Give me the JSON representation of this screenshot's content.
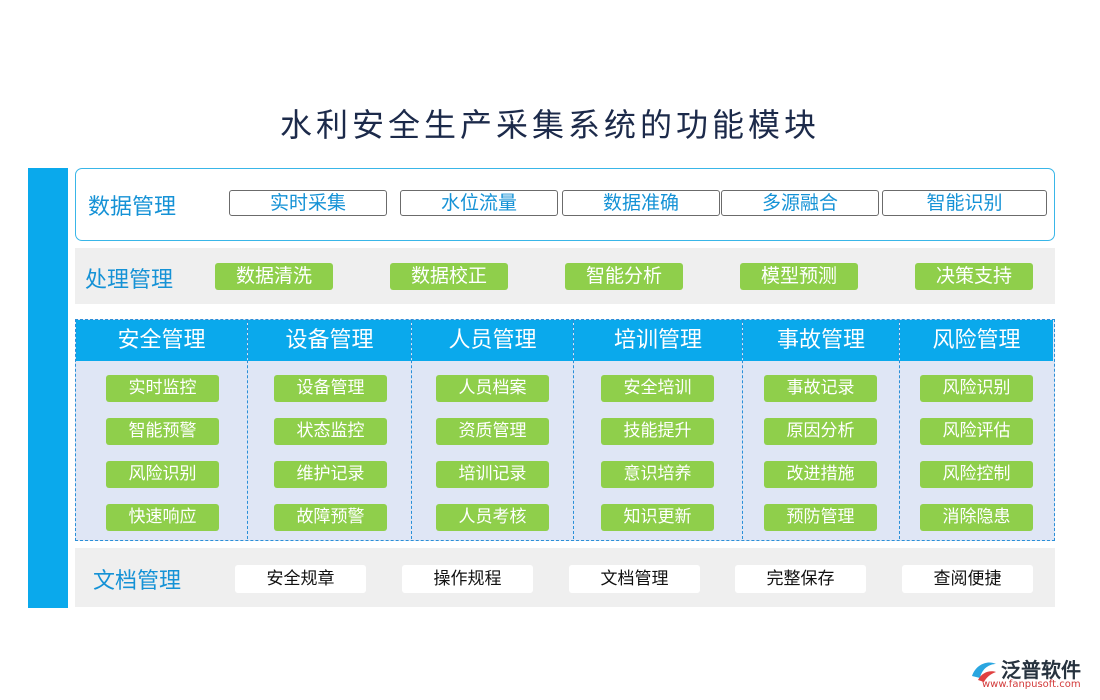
{
  "title": "水利安全生产采集系统的功能模块",
  "data_mgmt": {
    "label": "数据管理",
    "items": [
      "实时采集",
      "水位流量",
      "数据准确",
      "多源融合",
      "智能识别"
    ]
  },
  "process_mgmt": {
    "label": "处理管理",
    "items": [
      "数据清洗",
      "数据校正",
      "智能分析",
      "模型预测",
      "决策支持"
    ]
  },
  "modules": [
    {
      "title": "安全管理",
      "items": [
        "实时监控",
        "智能预警",
        "风险识别",
        "快速响应"
      ]
    },
    {
      "title": "设备管理",
      "items": [
        "设备管理",
        "状态监控",
        "维护记录",
        "故障预警"
      ]
    },
    {
      "title": "人员管理",
      "items": [
        "人员档案",
        "资质管理",
        "培训记录",
        "人员考核"
      ]
    },
    {
      "title": "培训管理",
      "items": [
        "安全培训",
        "技能提升",
        "意识培养",
        "知识更新"
      ]
    },
    {
      "title": "事故管理",
      "items": [
        "事故记录",
        "原因分析",
        "改进措施",
        "预防管理"
      ]
    },
    {
      "title": "风险管理",
      "items": [
        "风险识别",
        "风险评估",
        "风险控制",
        "消除隐患"
      ]
    }
  ],
  "doc_mgmt": {
    "label": "文档管理",
    "items": [
      "安全规章",
      "操作规程",
      "文档管理",
      "完整保存",
      "查阅便捷"
    ]
  },
  "logo": {
    "brand": "泛普软件",
    "url": "www.fanpusoft.com"
  },
  "colors": {
    "accent_blue": "#0aa9ec",
    "label_blue": "#1592d6",
    "green": "#8fcf4b",
    "panel_bg": "#dfe6f5"
  }
}
